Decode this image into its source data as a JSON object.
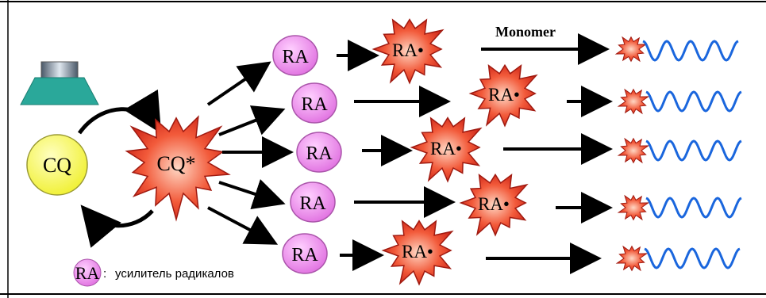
{
  "diagram": {
    "monomer_label": "Monomer",
    "cq_label": "CQ",
    "cq_excited_label": "CQ*",
    "ra_label": "RA",
    "ra_radical_label": "RA•",
    "legend": {
      "symbol_label": "RA",
      "separator": ":",
      "text": "усилитель радикалов"
    }
  },
  "colors": {
    "cq_fill": "#ffff66",
    "ra_fill": "#ee88ee",
    "star_fill": "#f04030",
    "chain": "#1a66dd",
    "lamp_body": "#2aa89a",
    "lamp_head": "#8a98a8"
  }
}
